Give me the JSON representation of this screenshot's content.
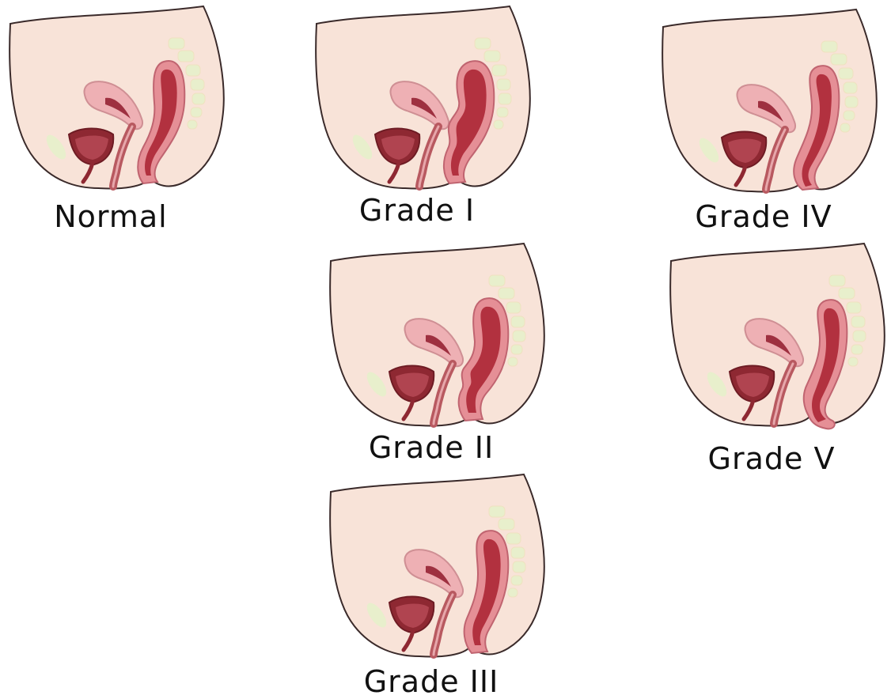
{
  "colors": {
    "skin": "#f8e3d8",
    "outline": "#3a2a2a",
    "bone": "#e8efcc",
    "uterus": "#eeb0b4",
    "uterus_inner": "#9e3040",
    "bladder": "#8e2832",
    "rectum_wall": "#e58f96",
    "rectum_lumen": "#b2313f",
    "vagina": "#b85960"
  },
  "panels": [
    {
      "id": "normal",
      "label": "Normal",
      "grade": 0
    },
    {
      "id": "grade-1",
      "label": "Grade I",
      "grade": 1
    },
    {
      "id": "grade-2",
      "label": "Grade II",
      "grade": 2
    },
    {
      "id": "grade-3",
      "label": "Grade III",
      "grade": 3
    },
    {
      "id": "grade-4",
      "label": "Grade IV",
      "grade": 4
    },
    {
      "id": "grade-5",
      "label": "Grade V",
      "grade": 5
    }
  ]
}
